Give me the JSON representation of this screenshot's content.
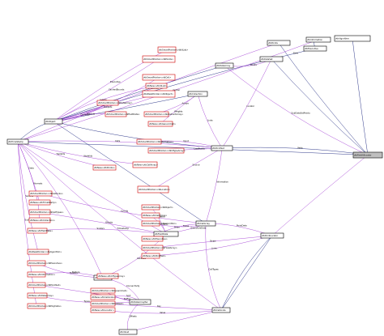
{
  "diagram": {
    "type": "collaboration-graph",
    "nodes": [
      {
        "id": "root",
        "label": "vtkFieldAllocator",
        "kind": "root"
      },
      {
        "id": "n_base",
        "label": "vtkObject",
        "kind": "normal"
      },
      {
        "id": "n_timestamp",
        "label": "vtkTimeStamp",
        "kind": "normal"
      },
      {
        "id": "n_ptr1",
        "label": "vtkPointSet",
        "kind": "normal"
      },
      {
        "id": "n_ptr2",
        "label": "vtkPoints",
        "kind": "normal"
      },
      {
        "id": "n_dataset",
        "label": "vtkDataSet",
        "kind": "normal"
      },
      {
        "id": "n_info",
        "label": "vtkInformation",
        "kind": "normal"
      },
      {
        "id": "n_filter",
        "label": "vtkAlgorithm",
        "kind": "normal"
      },
      {
        "id": "n_exec",
        "label": "vtkExecutive",
        "kind": "normal"
      },
      {
        "id": "n_array",
        "label": "vtkDataArray",
        "kind": "normal"
      },
      {
        "id": "n_coll",
        "label": "vtkCollection",
        "kind": "normal"
      },
      {
        "id": "n_cells",
        "label": "vtkCellArray",
        "kind": "normal"
      },
      {
        "id": "n_links",
        "label": "vtkCellLinks",
        "kind": "normal"
      },
      {
        "id": "n_locator",
        "label": "vtkPointLocator",
        "kind": "normal"
      },
      {
        "id": "n_typed",
        "label": "vtkCellTypes",
        "kind": "normal"
      },
      {
        "id": "n_iter",
        "label": "vtkDataArrayIter",
        "kind": "normal"
      },
      {
        "id": "n_mgr",
        "label": "vtkFieldData",
        "kind": "normal"
      },
      {
        "id": "n_unsg",
        "label": "vtkIdList",
        "kind": "normal"
      },
      {
        "id": "n_r1",
        "label": "vtkSmartPointer<vtkIdList>",
        "kind": "red"
      },
      {
        "id": "n_r2",
        "label": "vtkSmartPointer<vtkPoints>",
        "kind": "red"
      },
      {
        "id": "n_r3",
        "label": "vtkSmartPointer<vtkCell>",
        "kind": "red"
      },
      {
        "id": "n_r4",
        "label": "vtkNew<vtkIdList>",
        "kind": "red"
      },
      {
        "id": "n_r5",
        "label": "vtkWeakPointer<vtkObject>",
        "kind": "red"
      },
      {
        "id": "n_r6",
        "label": "vtkSmartPointer<vtkDataArray>",
        "kind": "red"
      },
      {
        "id": "n_r7",
        "label": "vtkSmartPointer<vtkFieldData>",
        "kind": "red"
      },
      {
        "id": "n_r8",
        "label": "vtkSmartPointer<vtkAbstractArray>",
        "kind": "red"
      },
      {
        "id": "n_r9",
        "label": "vtkNew<vtkGenericCell>",
        "kind": "red"
      },
      {
        "id": "n_r10",
        "label": "vtkSmartPointer<vtkInformation>",
        "kind": "red"
      },
      {
        "id": "n_r11",
        "label": "vtkSmartPointer<vtkIdTypeArray>",
        "kind": "red"
      },
      {
        "id": "n_r12",
        "label": "vtkNew<vtkCellArray>",
        "kind": "red"
      },
      {
        "id": "n_r13",
        "label": "vtkSmartPointer<vtkLocator>",
        "kind": "red"
      },
      {
        "id": "n_r14",
        "label": "vtkNew<vtkPoints>",
        "kind": "red"
      },
      {
        "id": "n_r15",
        "label": "vtkSmartPointer<vtkCellLinks>",
        "kind": "red"
      },
      {
        "id": "n_r16",
        "label": "vtkNew<vtkTimeStamp>",
        "kind": "red"
      },
      {
        "id": "n_r17",
        "label": "vtkSmartPointer<vtkCellTypes>",
        "kind": "red"
      },
      {
        "id": "n_r18",
        "label": "vtkNew<vtkCollection>",
        "kind": "red"
      },
      {
        "id": "n_r19",
        "label": "vtkNew<vtkFieldData>",
        "kind": "red"
      },
      {
        "id": "n_r20",
        "label": "vtkWeakPointer<vtkAlgorithm>",
        "kind": "red"
      },
      {
        "id": "n_r21",
        "label": "vtkSmartPointer<vtkExecutive>",
        "kind": "red"
      },
      {
        "id": "n_r22",
        "label": "vtkNew<vtkInformation>",
        "kind": "red"
      },
      {
        "id": "n_r23",
        "label": "vtkSmartPointer<vtkPointSet>",
        "kind": "red"
      },
      {
        "id": "n_r24",
        "label": "vtkNew<vtkDataArray>",
        "kind": "red"
      },
      {
        "id": "n_r25",
        "label": "vtkSmartPointer<vtkPolyData>",
        "kind": "red"
      },
      {
        "id": "n_r26",
        "label": "vtkNew<vtkIdTypeArray>",
        "kind": "red"
      },
      {
        "id": "n_r27",
        "label": "vtkSmartPointer<vtkGenericCell>",
        "kind": "red"
      },
      {
        "id": "n_r28",
        "label": "vtkNew<vtkCellLinks>",
        "kind": "red"
      },
      {
        "id": "n_r29",
        "label": "vtkSmartPointer<vtkDataSet>",
        "kind": "red"
      },
      {
        "id": "n_r30",
        "label": "vtkNew<vtkLocator>",
        "kind": "red"
      },
      {
        "id": "n_r31",
        "label": "vtkSmartPointer<vtkObject>",
        "kind": "red"
      },
      {
        "id": "n_r32",
        "label": "vtkNew<vtkCellTypes>",
        "kind": "red"
      },
      {
        "id": "n_r33",
        "label": "vtkSmartPointer<vtkAlgorithm>",
        "kind": "red"
      },
      {
        "id": "n_r34",
        "label": "vtkNew<vtkExecutive>",
        "kind": "red"
      },
      {
        "id": "n_r35",
        "label": "vtkSmartPointer<vtkFloatArray>",
        "kind": "red"
      },
      {
        "id": "n_r36",
        "label": "vtkNew<vtkPointSet>",
        "kind": "red"
      }
    ],
    "edge_labels": [
      "SubDataSetPoints",
      "RandomTuples",
      "Field",
      "Points",
      "Cells",
      "Links",
      "Locator",
      "Information",
      "ExecutiveData",
      "CellTypes",
      "PointData",
      "CellData",
      "Connectivity",
      "Offsets",
      "Timestamp",
      "Executive",
      "CachedBounds",
      "Array",
      "Inputs",
      "Outputs",
      "Children",
      "Parents",
      "Arrays",
      "Weights",
      "Input",
      "LastPoints",
      "NodeIds",
      "Source",
      "TupleIds",
      "Coords",
      "Data",
      "Ghosts",
      "Normals",
      "Scalars",
      "Vectors",
      "Tensors",
      "Texture",
      "Mask",
      "Types",
      "Scalars",
      "Iterator",
      "Buffer",
      "Sort",
      "Key",
      "Value",
      "Owner",
      "Edges",
      "Faces",
      "Polys",
      "Strips",
      "Verts",
      "Lines",
      "Bounds",
      "Center"
    ]
  }
}
